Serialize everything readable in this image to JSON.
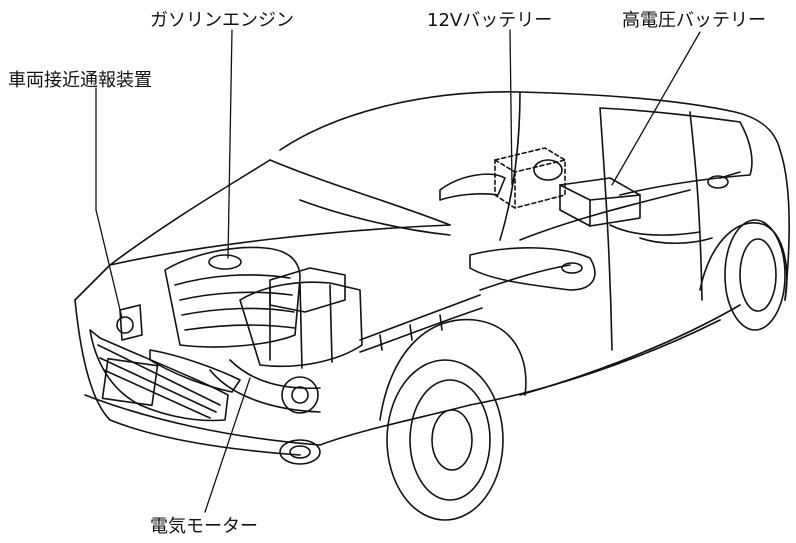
{
  "labels": {
    "gasoline_engine": "ガソリンエンジン",
    "battery_12v": "12Vバッテリー",
    "high_voltage_battery": "高電圧バッテリー",
    "vehicle_approach_alert": "車両接近通報装置",
    "electric_motor": "電気モーター"
  }
}
